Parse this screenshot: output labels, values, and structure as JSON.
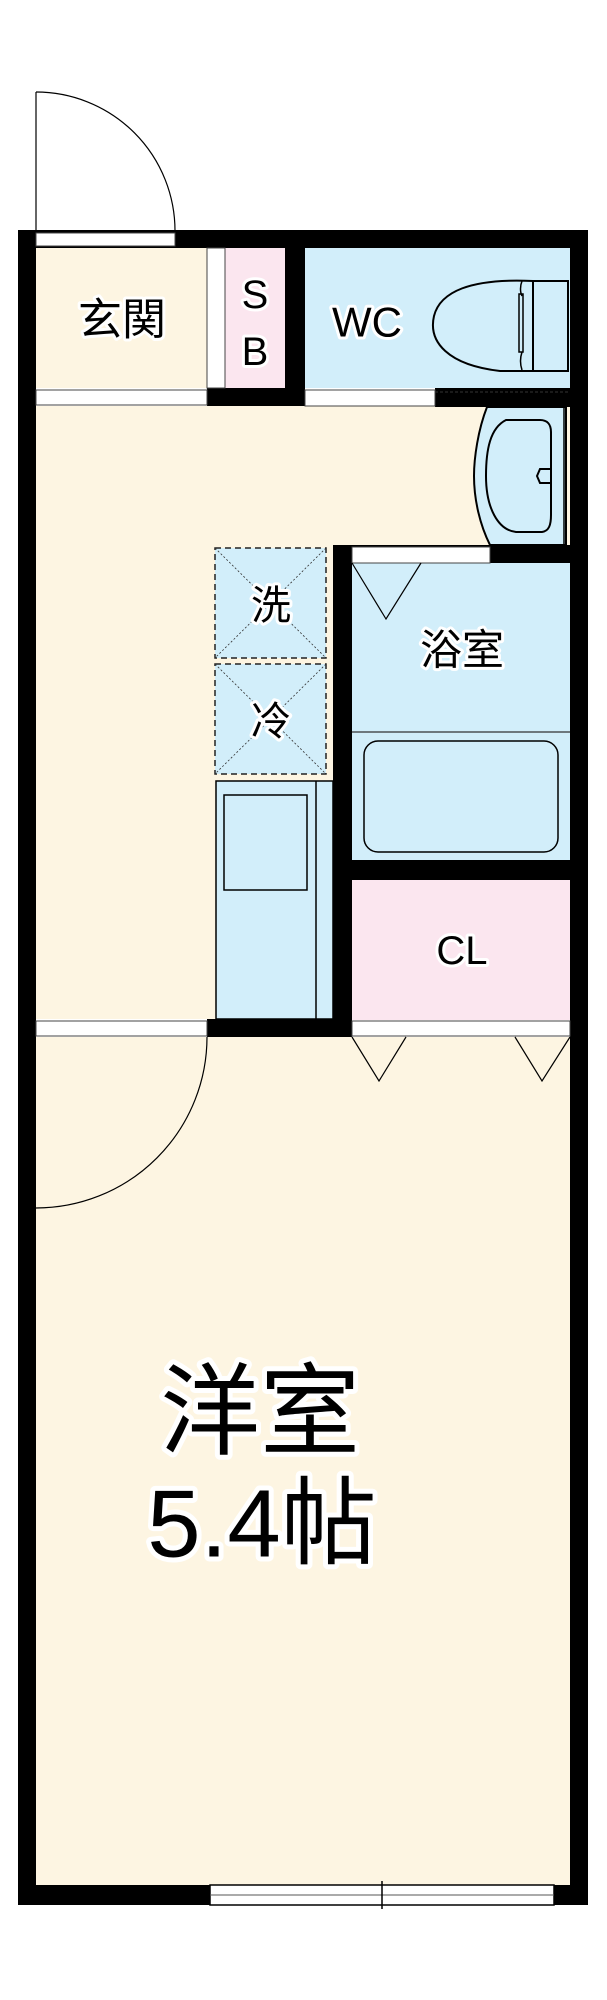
{
  "floor_plan": {
    "colors": {
      "floor_cream": "#FDF5E2",
      "wet_blue": "#D2EEFA",
      "storage_pink": "#FBE6EF",
      "wall": "#000000",
      "opening": "#FFFFFF"
    },
    "rooms": {
      "entrance": {
        "label": "玄関"
      },
      "shoe_box": {
        "label_line1": "S",
        "label_line2": "B"
      },
      "toilet": {
        "label": "WC"
      },
      "washer": {
        "label": "洗"
      },
      "fridge": {
        "label": "冷"
      },
      "bathroom": {
        "label": "浴室"
      },
      "closet": {
        "label": "CL"
      },
      "western_room": {
        "label": "洋室",
        "size": "5.4帖"
      }
    }
  }
}
